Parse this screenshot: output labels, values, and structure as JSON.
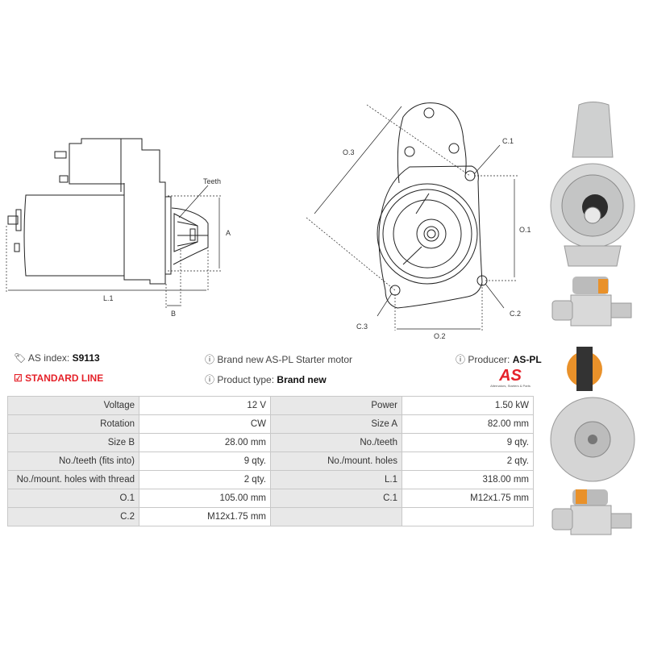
{
  "diagram": {
    "side_labels": {
      "teeth": "Teeth",
      "a": "A",
      "b": "B",
      "l1": "L.1"
    },
    "front_labels": {
      "o3": "O.3",
      "c1": "C.1",
      "o1": "O.1",
      "c2": "C.2",
      "c3": "C.3",
      "o2": "O.2"
    }
  },
  "info": {
    "index_label": "AS index:",
    "index_value": "S9113",
    "line": "STANDARD LINE",
    "description": "Brand new AS-PL Starter motor",
    "product_type_label": "Product type:",
    "product_type_value": "Brand new",
    "producer_label": "Producer:",
    "producer_value": "AS-PL",
    "logo_text": "AS",
    "logo_tagline": "Alternators, Starters & Parts"
  },
  "specs": [
    [
      "Voltage",
      "12 V",
      "Power",
      "1.50 kW"
    ],
    [
      "Rotation",
      "CW",
      "Size A",
      "82.00 mm"
    ],
    [
      "Size B",
      "28.00 mm",
      "No./teeth",
      "9 qty."
    ],
    [
      "No./teeth (fits into)",
      "9 qty.",
      "No./mount. holes",
      "2 qty."
    ],
    [
      "No./mount. holes with thread",
      "2 qty.",
      "L.1",
      "318.00 mm"
    ],
    [
      "O.1",
      "105.00 mm",
      "C.1",
      "M12x1.75 mm"
    ],
    [
      "C.2",
      "M12x1.75 mm",
      "",
      ""
    ]
  ],
  "colors": {
    "accent": "#e5222a",
    "label_bg": "#e8e8e8",
    "border": "#c8c8c8"
  }
}
